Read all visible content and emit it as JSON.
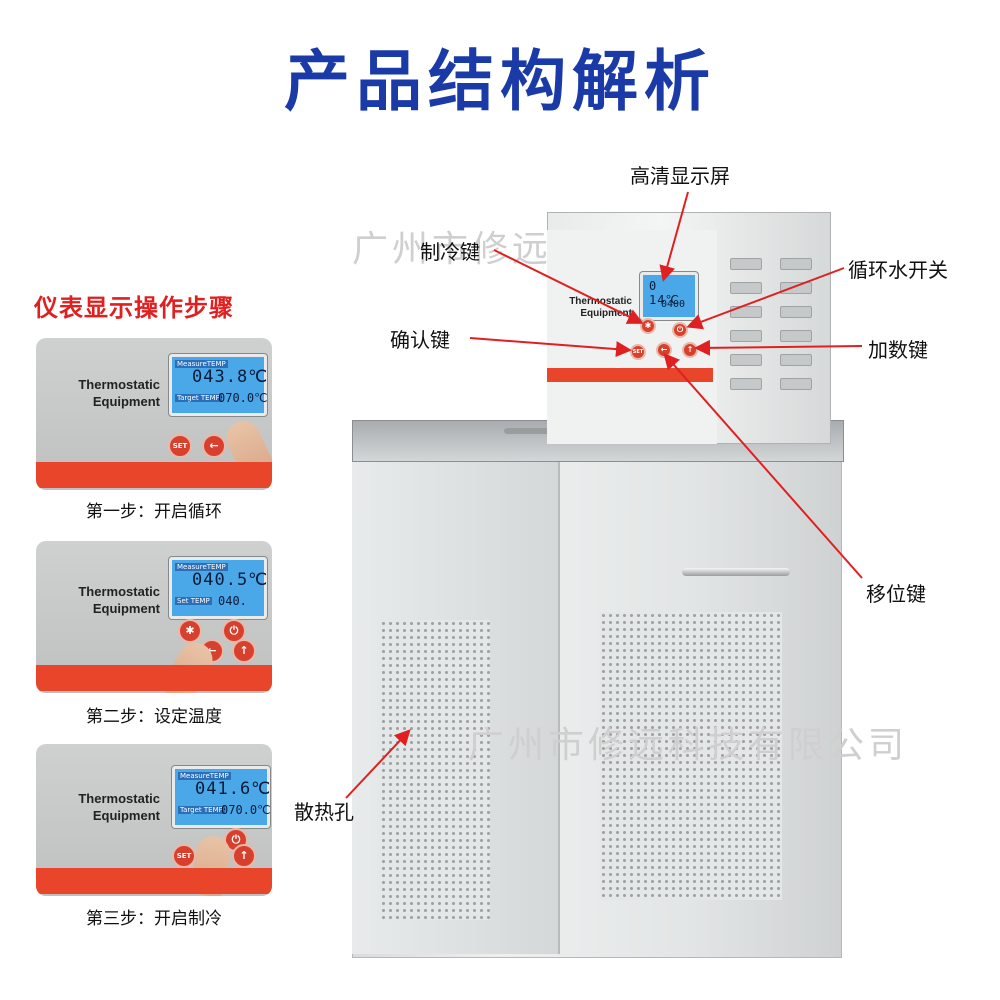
{
  "title": "产品结构解析",
  "watermark": {
    "top": "广州市修远科技有限公司",
    "bottom": "广州市修远科技有限公司"
  },
  "steps": {
    "heading": "仪表显示操作步骤",
    "items": [
      {
        "brand": "Thermostatic Equipment",
        "measure_label": "MeasureTEMP",
        "measure_value": "043.8℃",
        "target_label": "Target TEMP",
        "target_value": "070.0℃",
        "caption": "第一步：开启循环"
      },
      {
        "brand": "Thermostatic Equipment",
        "measure_label": "MeasureTEMP",
        "measure_value": "040.5℃",
        "target_label": "Set TEMP",
        "target_value": "040.",
        "caption": "第二步：设定温度"
      },
      {
        "brand": "Thermostatic Equipment",
        "measure_label": "MeasureTEMP",
        "measure_value": "041.6℃",
        "target_label": "Target TEMP",
        "target_value": "070.0℃",
        "caption": "第三步：开启制冷"
      }
    ],
    "set_key": "SET"
  },
  "machine": {
    "brand": "Thermostatic Equipment",
    "display_value": "0 14℃",
    "display_target": "0400"
  },
  "callouts": {
    "display": "高清显示屏",
    "cooling_key": "制冷键",
    "circulation_switch": "循环水开关",
    "confirm_key": "确认键",
    "increment_key": "加数键",
    "shift_key": "移位键",
    "vents": "散热孔"
  },
  "colors": {
    "title": "#1a3aa8",
    "heading": "#e02020",
    "accent_stripe": "#e8452a",
    "lcd": "#4aa8e8",
    "arrow": "#e02020"
  }
}
